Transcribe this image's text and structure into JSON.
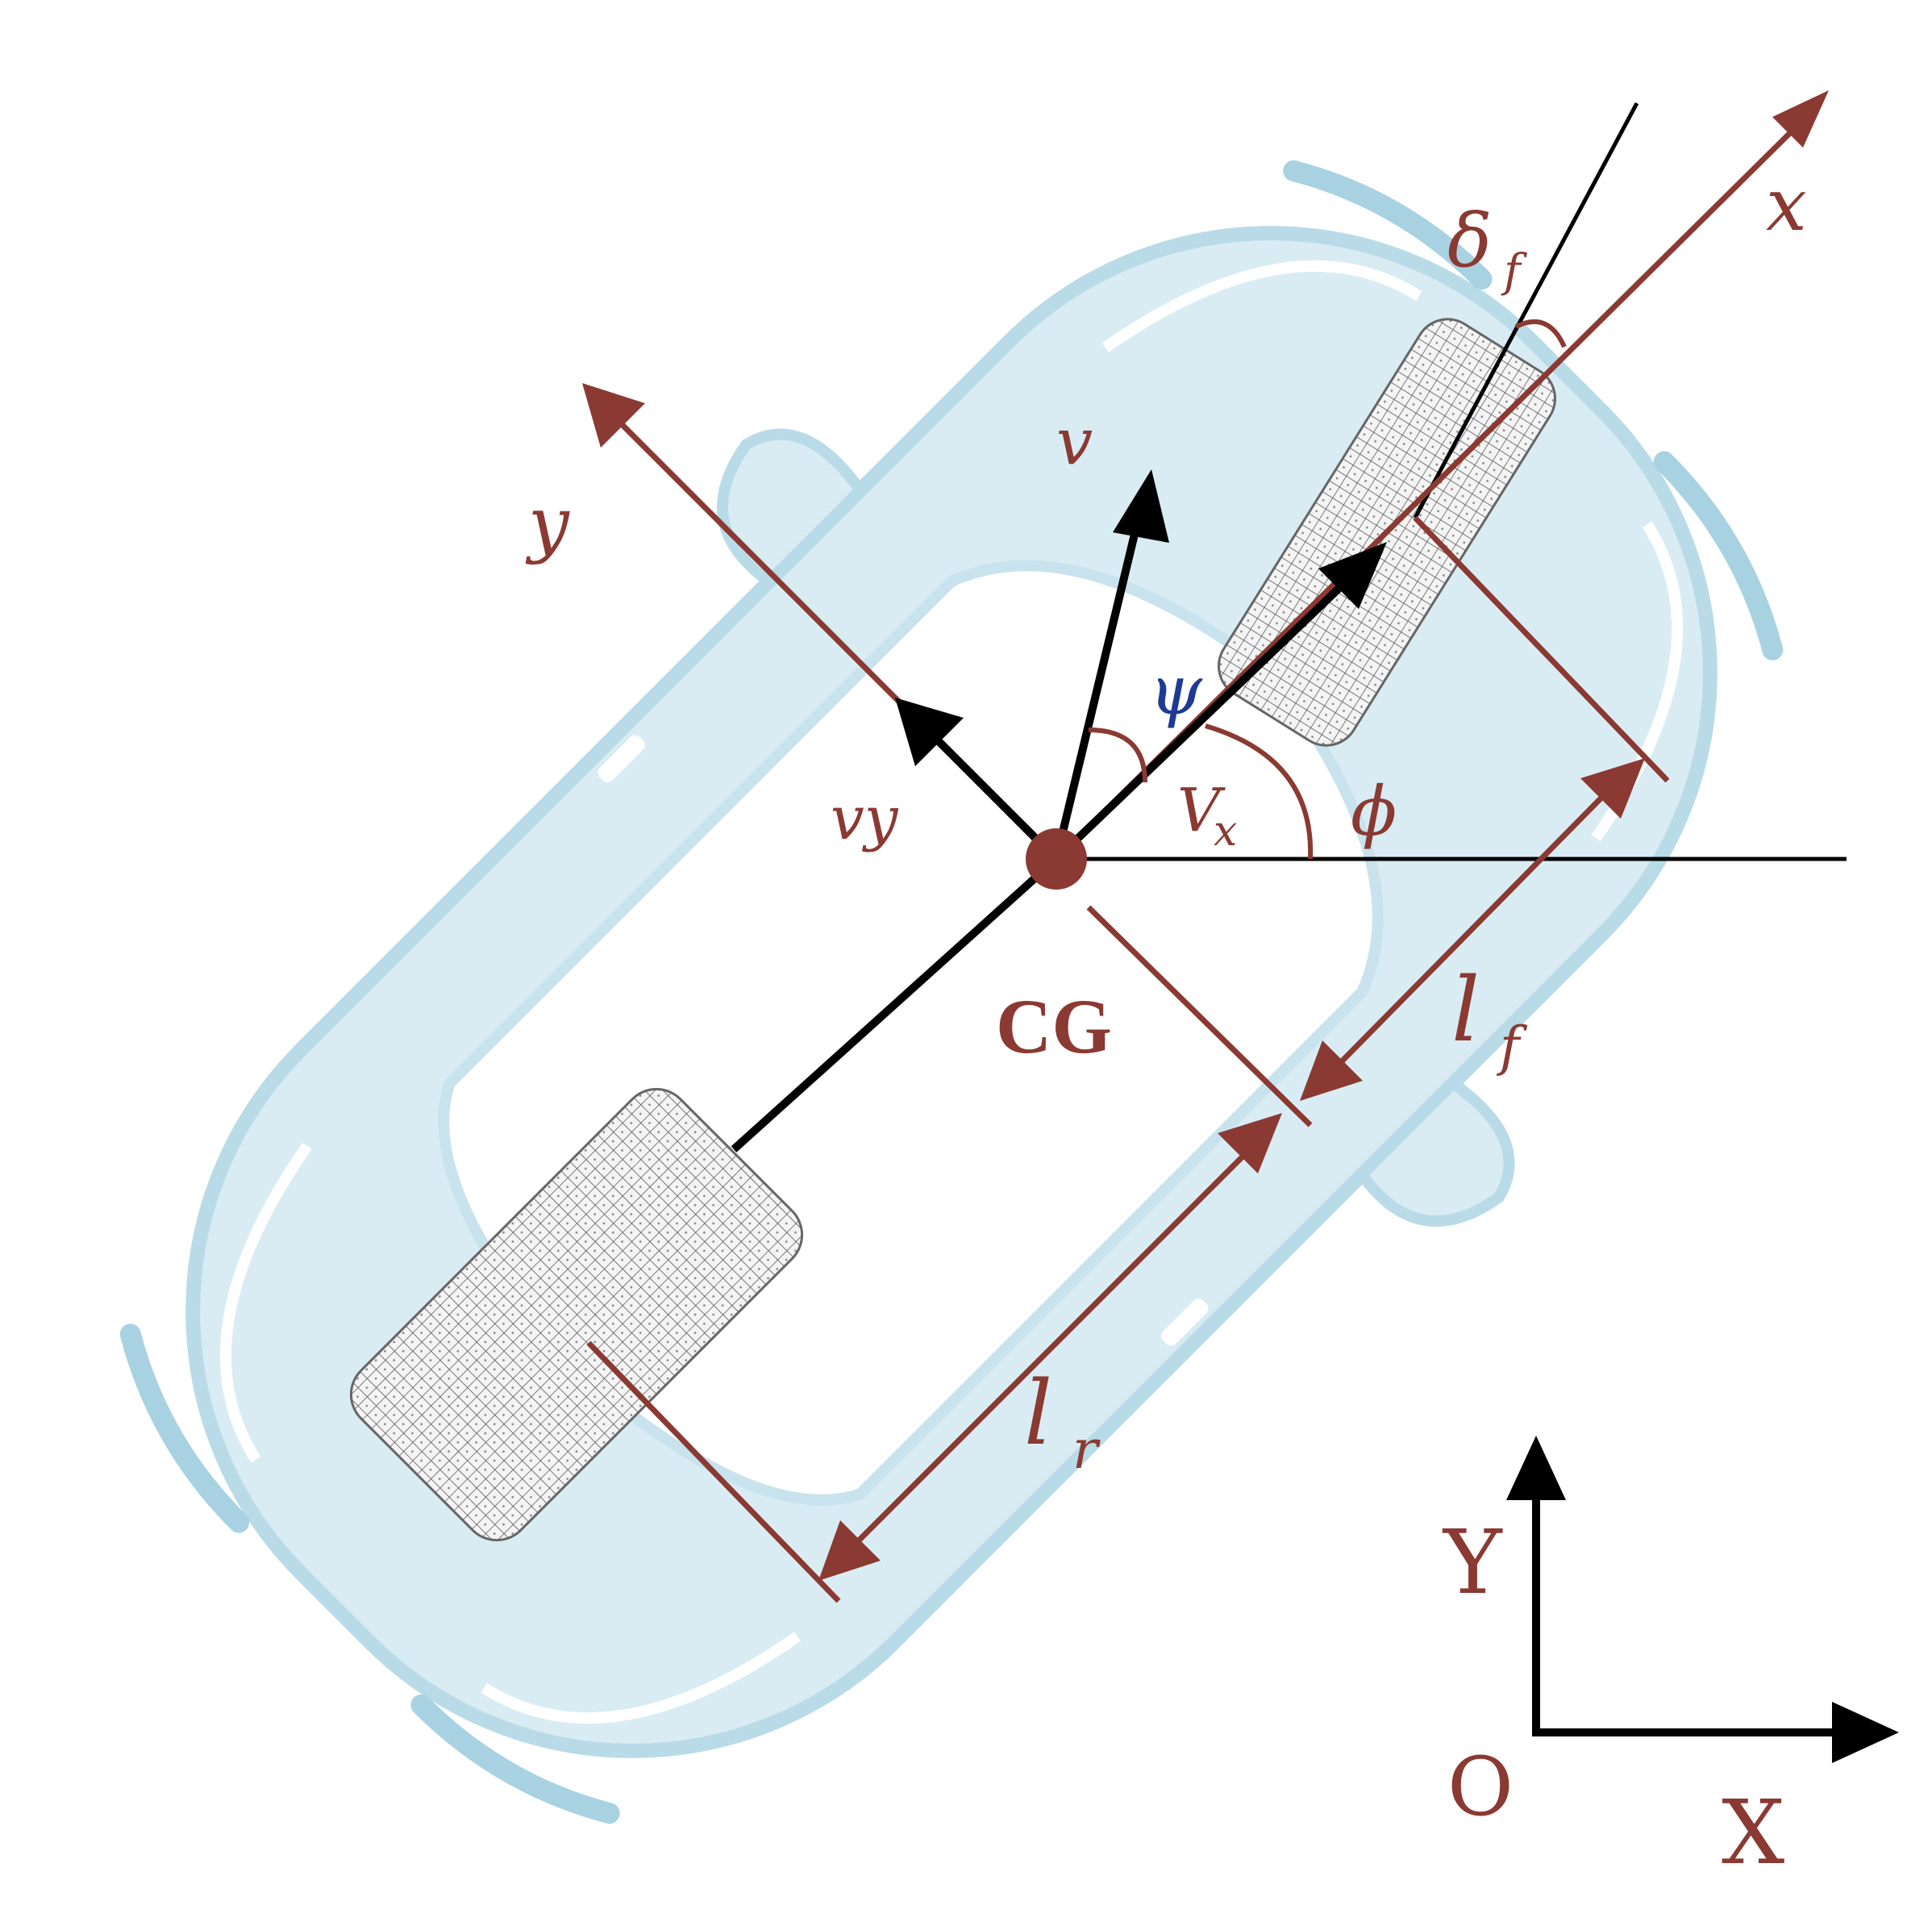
{
  "colors": {
    "background": "#ffffff",
    "car_body": "#d9ecf3",
    "car_outline": "#b9dbe8",
    "car_window": "#ffffff",
    "accent_red": "#8a3a32",
    "black": "#000000",
    "psi_blue": "#1f3a93",
    "tire_grid": "#555555",
    "tire_fill": "#f4f4f4"
  },
  "labels": {
    "x_body": "x",
    "y_body": "y",
    "v": "v",
    "vy": "vy",
    "vx": "V",
    "vx_sub": "x",
    "psi": "ψ",
    "phi": "ϕ",
    "delta": "δ",
    "delta_sub": "f",
    "cg": "CG",
    "lf": "l",
    "lf_sub": "f",
    "lr": "l",
    "lr_sub": "r",
    "global_y": "Y",
    "global_x": "X",
    "origin": "O"
  },
  "icons": {
    "car": "car-top-view-icon",
    "front_tire": "front-tire-icon",
    "rear_tire": "rear-tire-icon"
  }
}
